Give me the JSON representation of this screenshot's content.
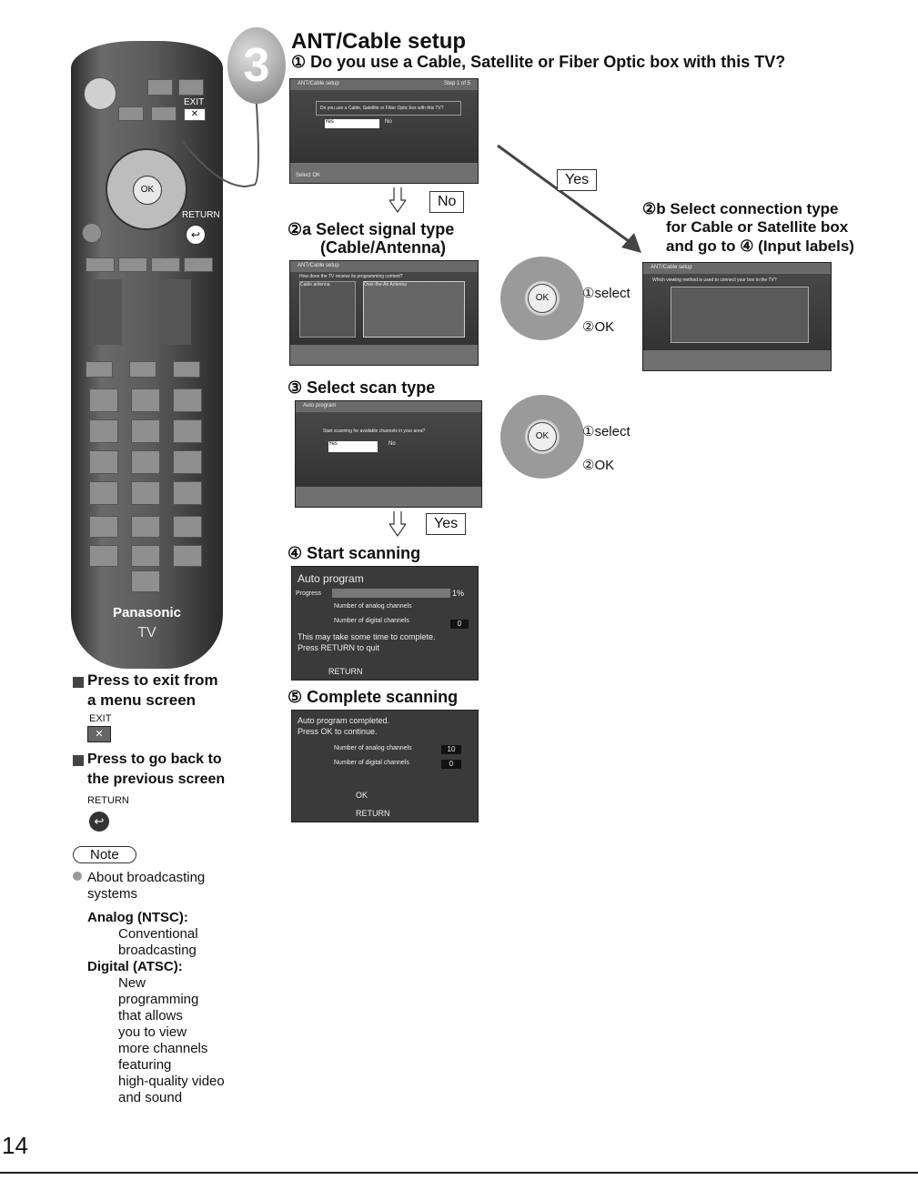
{
  "header": {
    "step_number": "3",
    "title": "ANT/Cable setup",
    "question": "① Do you use a Cable, Satellite or Fiber Optic box with this TV?"
  },
  "steps": {
    "s2a": {
      "label": "②a Select signal type",
      "sub": "(Cable/Antenna)",
      "answer": "No"
    },
    "s2b": {
      "l1": "②b Select connection type",
      "l2": "for Cable or Satellite box",
      "l3": "and go to ④ (Input labels)",
      "answer": "Yes"
    },
    "s3": {
      "label": "③ Select scan type",
      "answer": "Yes"
    },
    "s4": {
      "label": "④ Start scanning"
    },
    "s5": {
      "label": "⑤ Complete scanning"
    }
  },
  "pad": {
    "select": "①select",
    "ok": "②OK"
  },
  "screens": {
    "q1": {
      "title": "ANT/Cable setup",
      "page": "Step 1 of 5",
      "text": "Do you use a Cable, Satellite or Fiber Optic box with this TV?",
      "yes": "Yes",
      "no": "No",
      "foot": "Select OK"
    },
    "sig": {
      "title": "ANT/Cable setup",
      "text": "How does the TV receive its programming content?",
      "opt1": "Cable antenna",
      "opt2": "Over-the-Air Antenna"
    },
    "conn": {
      "title": "ANT/Cable setup",
      "text": "Which viewing method is used to connect your box to the TV?"
    },
    "scan": {
      "title": "Auto program",
      "text": "Start scanning for available channels in your area?",
      "yes": "Yes",
      "no": "No"
    },
    "auto": {
      "title": "Auto program",
      "progress": "Progress",
      "pct": "1%",
      "analog": "Number of analog channels",
      "digital": "Number of digital channels",
      "digital_val": "0",
      "msg1": "This may take some time to complete.",
      "msg2": "Press RETURN to quit",
      "ret": "RETURN"
    },
    "done": {
      "msg1": "Auto program completed.",
      "msg2": "Press OK to continue.",
      "analog": "Number of analog channels",
      "analog_val": "10",
      "digital": "Number of digital channels",
      "digital_val": "0",
      "ok": "OK",
      "ret": "RETURN"
    }
  },
  "remote": {
    "exit": "EXIT",
    "return": "RETURN",
    "ok": "OK",
    "brand": "Panasonic",
    "tv": "TV"
  },
  "left": {
    "exit_text1": "Press to exit from",
    "exit_text2": "a menu screen",
    "exit_label": "EXIT",
    "return_text1": "Press to go back to",
    "return_text2": "the previous screen",
    "return_label": "RETURN",
    "note": "Note",
    "about1": "About broadcasting",
    "about2": "systems",
    "analog_h": "Analog (NTSC):",
    "analog_1": "Conventional",
    "analog_2": "broadcasting",
    "digital_h": "Digital (ATSC):",
    "digital_lines": [
      "New",
      "programming",
      "that allows",
      "you to view",
      "more channels",
      "featuring",
      "high-quality video",
      "and sound"
    ]
  },
  "page_number": "14"
}
